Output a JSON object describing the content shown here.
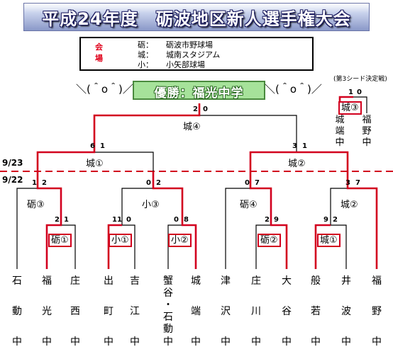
{
  "title": "平成24年度　砺波地区新人選手権大会",
  "venues": {
    "key_top": "会",
    "key_bottom": "場",
    "rows": [
      {
        "abbr": "砺：",
        "name": "砺波市野球場"
      },
      {
        "abbr": "城：",
        "name": "城南スタジアム"
      },
      {
        "abbr": "小：",
        "name": "小矢部球場"
      }
    ]
  },
  "winner_text": "優勝：福光中学",
  "face_left": "＼(＾o＾)／",
  "face_right": "＼(＾o＾)／",
  "third_seed": {
    "note": "(第3シード決定戦)",
    "score_left": "1",
    "score_right": "0",
    "venue": "城③",
    "team_a": [
      "城",
      "端",
      "中"
    ],
    "team_b": [
      "福",
      "野",
      "中"
    ]
  },
  "dates": {
    "upper": "9/23",
    "lower": "9/22"
  },
  "final": {
    "venue": "城④",
    "score_left": "2",
    "score_right": "0"
  },
  "semis": [
    {
      "venue": "城①",
      "score_left": "6",
      "score_right": "1"
    },
    {
      "venue": "城②",
      "score_left": "3",
      "score_right": "1"
    }
  ],
  "quarters": [
    {
      "venue": "砺③",
      "score_left": "1",
      "score_right": "2"
    },
    {
      "venue": "小③",
      "score_left": "0",
      "score_right": "2"
    },
    {
      "venue": "砺④",
      "score_left": "0",
      "score_right": "7"
    },
    {
      "venue": "城②",
      "score_left": "3",
      "score_right": "7"
    }
  ],
  "first_round": [
    {
      "venue": "砺①",
      "score_left": "2",
      "score_right": "1"
    },
    {
      "venue": "小①",
      "score_left": "11",
      "score_right": "0"
    },
    {
      "venue": "小②",
      "score_left": "0",
      "score_right": "8"
    },
    {
      "venue": "砺②",
      "score_left": "2",
      "score_right": "9"
    },
    {
      "venue": "城①",
      "score_left": "9",
      "score_right": "2"
    }
  ],
  "schools": [
    {
      "chars": [
        "石",
        "動",
        "中"
      ]
    },
    {
      "chars": [
        "福",
        "光",
        "中"
      ]
    },
    {
      "chars": [
        "庄",
        "西",
        "中"
      ]
    },
    {
      "chars": [
        "出",
        "町",
        "中"
      ]
    },
    {
      "chars": [
        "吉",
        "江",
        "中"
      ]
    },
    {
      "chars": [
        "蟹",
        "谷",
        "・",
        "石",
        "動",
        "中"
      ]
    },
    {
      "chars": [
        "城",
        "端",
        "中"
      ]
    },
    {
      "chars": [
        "津",
        "沢",
        "中"
      ]
    },
    {
      "chars": [
        "庄",
        "川",
        "中"
      ]
    },
    {
      "chars": [
        "大",
        "谷",
        "中"
      ]
    },
    {
      "chars": [
        "般",
        "若",
        "中"
      ]
    },
    {
      "chars": [
        "井",
        "波",
        "中"
      ]
    },
    {
      "chars": [
        "福",
        "野",
        "中"
      ]
    }
  ],
  "colors": {
    "win_line": "#d2001e",
    "line": "#000000",
    "date_line": "#d2001e",
    "winner_bg": "#a6e29a"
  }
}
